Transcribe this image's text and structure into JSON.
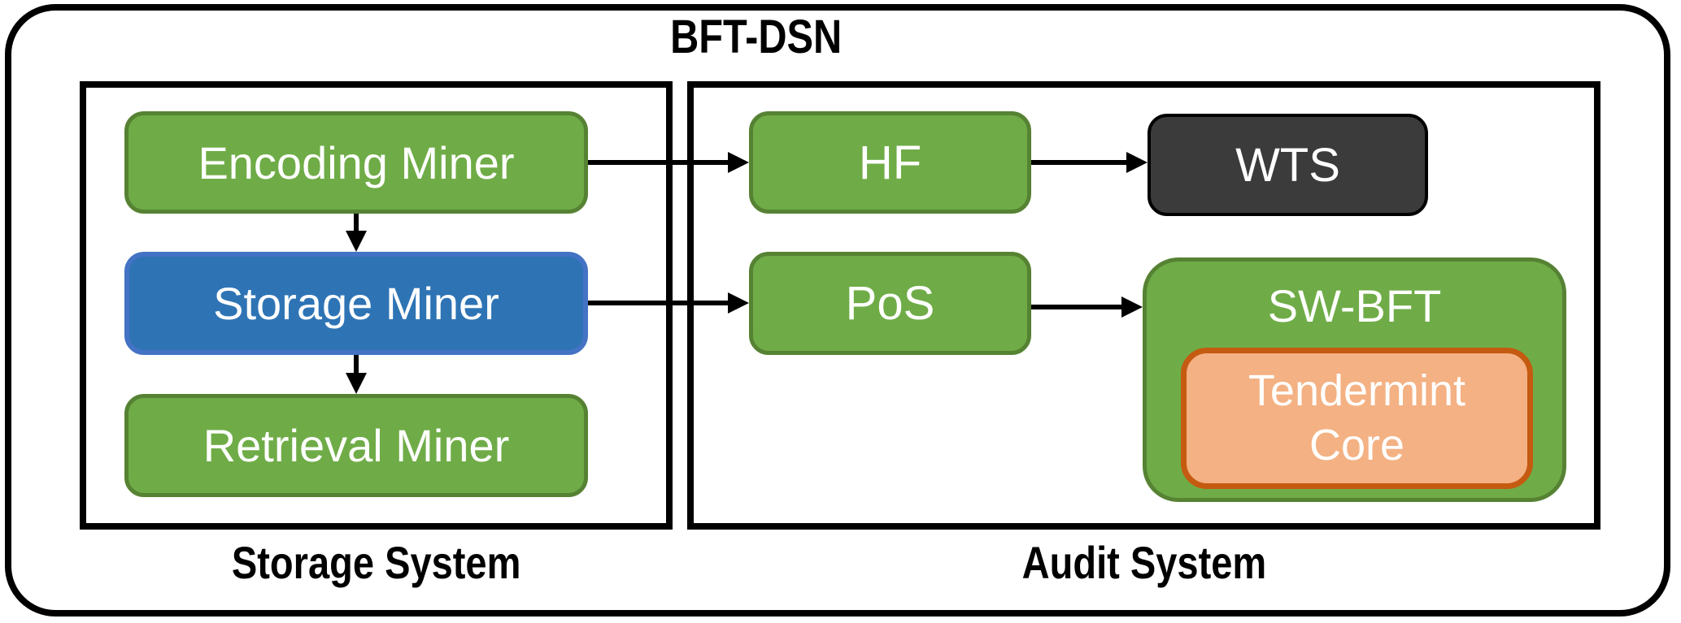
{
  "title": "BFT-DSN",
  "sections": {
    "storage": {
      "label": "Storage System"
    },
    "audit": {
      "label": "Audit System"
    }
  },
  "nodes": {
    "encoding_miner": {
      "label": "Encoding Miner",
      "color": "#6FAC47"
    },
    "storage_miner": {
      "label": "Storage Miner",
      "color": "#2E74B5"
    },
    "retrieval_miner": {
      "label": "Retrieval Miner",
      "color": "#6FAC47"
    },
    "hf": {
      "label": "HF",
      "color": "#6FAC47"
    },
    "wts": {
      "label": "WTS",
      "color": "#3B3B3B"
    },
    "pos": {
      "label": "PoS",
      "color": "#6FAC47"
    },
    "sw_bft": {
      "label": "SW-BFT",
      "color": "#6FAC47"
    },
    "tendermint_core": {
      "label": "Tendermint Core",
      "color": "#F4B183"
    }
  },
  "edges": [
    {
      "from": "encoding_miner",
      "to": "storage_miner"
    },
    {
      "from": "storage_miner",
      "to": "retrieval_miner"
    },
    {
      "from": "encoding_miner",
      "to": "hf"
    },
    {
      "from": "storage_miner",
      "to": "pos"
    },
    {
      "from": "hf",
      "to": "wts"
    },
    {
      "from": "pos",
      "to": "sw_bft"
    }
  ],
  "colors": {
    "green_fill": "#6FAC47",
    "green_border": "#568233",
    "blue_fill": "#2E74B5",
    "blue_border": "#4472C4",
    "dark_fill": "#3B3B3B",
    "dark_border": "#000000",
    "orange_fill": "#F4B183",
    "orange_border": "#C55A11",
    "outline": "#000000",
    "text_light": "#FFFFFF",
    "text_dark": "#000000"
  }
}
